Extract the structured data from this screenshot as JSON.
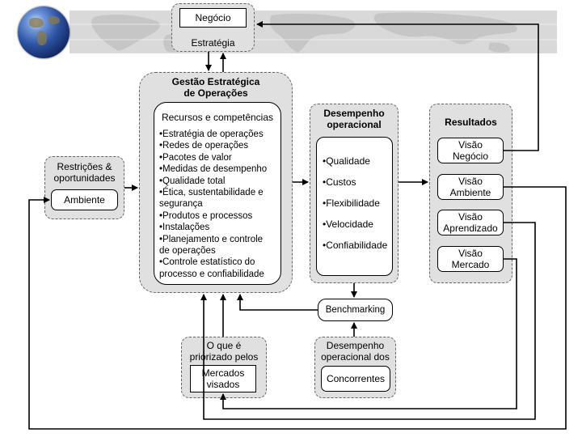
{
  "top": {
    "negocio": "Negócio",
    "estrategia": "Estratégia"
  },
  "gestao": {
    "title": "Gestão Estratégica\nde Operações",
    "recursos_title": "Recursos e competências",
    "items": [
      "•Estratégia de operações",
      "•Redes de operações",
      "•Pacotes de valor",
      "•Medidas de desempenho",
      "•Qualidade total",
      "•Ética, sustentabilidade e\nsegurança",
      "•Produtos e processos",
      "•Instalações",
      "•Planejamento e controle\nde operações",
      "•Controle estatístico do\nprocesso e confiabilidade"
    ]
  },
  "restricoes": {
    "label": "Restrições &\noportunidades",
    "ambiente": "Ambiente"
  },
  "desempenho": {
    "title": "Desempenho\noperacional",
    "items": [
      "•Qualidade",
      "•Custos",
      "•Flexibilidade",
      "•Velocidade",
      "•Confiabilidade"
    ]
  },
  "resultados": {
    "title": "Resultados",
    "items": [
      "Visão\nNegócio",
      "Visão\nAmbiente",
      "Visão\nAprendizado",
      "Visão\nMercado"
    ]
  },
  "benchmarking": "Benchmarking",
  "priorizado": {
    "label": "O que é\npriorizado pelos",
    "mercados": "Mercados\nvisados"
  },
  "concorrentes": {
    "label": "Desempenho\noperacional dos",
    "box": "Concorrentes"
  },
  "icons": {
    "globe": "globe-icon",
    "world_map": "world-map-icon"
  }
}
